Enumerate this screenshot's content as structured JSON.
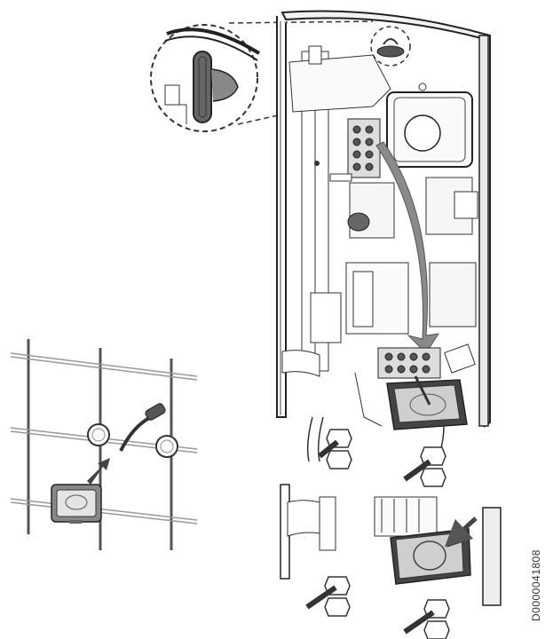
{
  "figure": {
    "type": "installation-illustration",
    "subject": "instantaneous water heater, open housing, electrical connection",
    "document_id": "D0000041808",
    "callouts": [
      {
        "name": "detail-zoom-release-knob",
        "description": "Dashed circular magnified detail of top fastening knob"
      },
      {
        "name": "terminal-to-cable-entry-arrow",
        "description": "Curved arrow from upper terminal block down to lower terminal block"
      },
      {
        "name": "wall-cable-entry",
        "description": "Wall grid with two pipe openings, cable and grommet being fitted"
      },
      {
        "name": "grommet-insert-detail",
        "description": "Lower view with arrow pressing grommet into housing"
      }
    ],
    "colors": {
      "line": "#2a2a2a",
      "fill_dark": "#555555",
      "fill_mid": "#8a8a8a",
      "fill_light": "#cfcfcf",
      "background": "#ffffff"
    }
  }
}
